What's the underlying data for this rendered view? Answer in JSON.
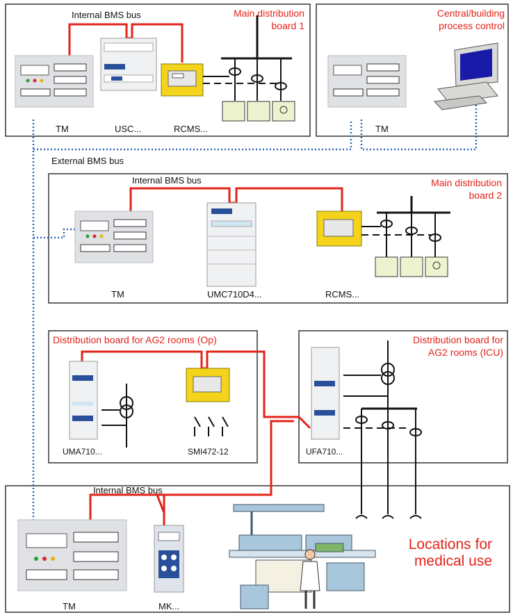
{
  "labels": {
    "internal_bus_1": "Internal BMS bus",
    "mdb1_title_line1": "Main distribution",
    "mdb1_title_line2": "board 1",
    "central_line1": "Central/building",
    "central_line2": "process control",
    "tm_1": "TM",
    "usc": "USC...",
    "rcms_1": "RCMS...",
    "tm_2": "TM",
    "external_bus": "External BMS bus",
    "internal_bus_2": "Internal BMS bus",
    "mdb2_title_line1": "Main distribution",
    "mdb2_title_line2": "board 2",
    "tm_3": "TM",
    "umc": "UMC710D4...",
    "rcms_2": "RCMS...",
    "op_title": "Distribution board for AG2 rooms (Op)",
    "uma": "UMA710...",
    "smi": "SMI472-12",
    "icu_title_line1": "Distribution board for",
    "icu_title_line2": "AG2 rooms (ICU)",
    "ufa": "UFA710...",
    "internal_bus_3": "Internal BMS bus",
    "medical_line1": "Locations for",
    "medical_line2": "medical use",
    "tm_4": "TM",
    "mk": "MK..."
  },
  "colors": {
    "bus_red": "#e2231a",
    "bus_blue": "#2d62b3",
    "title_red": "#e2231a"
  }
}
